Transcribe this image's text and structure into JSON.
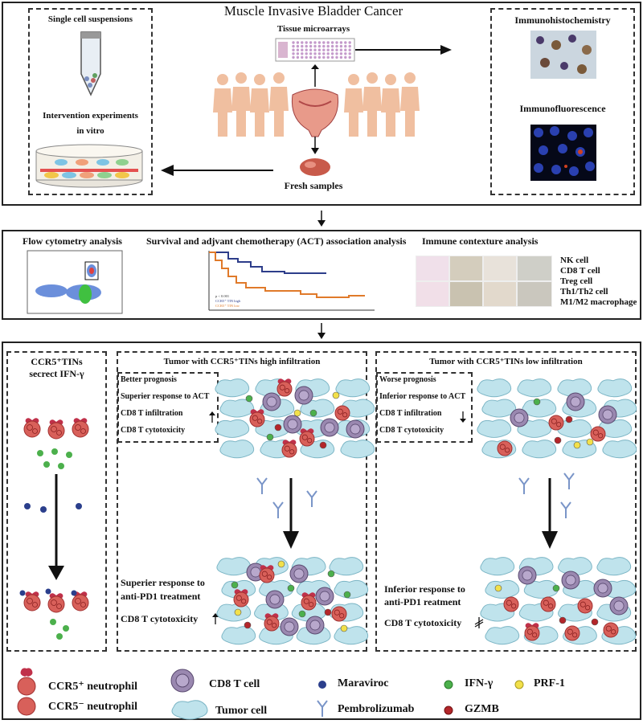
{
  "top": {
    "title": "Muscle Invasive Bladder Cancer",
    "single_cell": "Single cell suspensions",
    "intervention": "Intervention experiments",
    "in_vitro": "in vitro",
    "tissue_microarrays": "Tissue microarrays",
    "fresh_samples": "Fresh samples",
    "ihc": "Immunohistochemistry",
    "if": "Immunofluorescence"
  },
  "middle": {
    "flow": "Flow cytometry analysis",
    "survival": "Survival and adjvant chemotherapy (ACT) association analysis",
    "immune": "Immune contexture analysis",
    "immune_list": [
      "NK cell",
      "CD8 T cell",
      "Treg cell",
      "Th1/Th2 cell",
      "M1/M2 macrophage"
    ]
  },
  "bottom": {
    "left_title_1": "CCR5⁺TINs",
    "left_title_2": "secrect IFN-γ",
    "high_title": "Tumor with CCR5⁺TINs high infiltration",
    "high_list": [
      "Better prognosis",
      "Superier response to ACT",
      "CD8 T infiltration",
      "CD8 T  cytotoxicity"
    ],
    "high_resp_1": "Superier response to",
    "high_resp_2": "anti-PD1 treatment",
    "high_cyto": "CD8 T cytotoxicity",
    "low_title": "Tumor with CCR5⁺TINs low infiltration",
    "low_list": [
      "Worse prognosis",
      "Inferior response to ACT",
      "CD8 T infiltration",
      "CD8 T  cytotoxicity"
    ],
    "low_resp_1": "Inferior response to",
    "low_resp_2": "anti-PD1 reatment",
    "low_cyto": "CD8 T cytotoxicity"
  },
  "legend": {
    "ccr5_pos": "CCR5⁺ neutrophil",
    "ccr5_neg": "CCR5⁻ neutrophil",
    "cd8": "CD8 T cell",
    "tumor": "Tumor cell",
    "maraviroc": "Maraviroc",
    "pembro": "Pembrolizumab",
    "ifng": "IFN-γ",
    "gzmb": "GZMB",
    "prf1": "PRF-1"
  },
  "colors": {
    "neutrophil": "#d8605a",
    "cd8": "#9a88b0",
    "tumor": "#bfe3ec",
    "maraviroc": "#2b3f8c",
    "ifng": "#4cb04c",
    "gzmb": "#b3262a",
    "prf1": "#f2e04a",
    "antibody": "#7a95c8",
    "km_high": "#2d3d8a",
    "km_low": "#e07a2a"
  }
}
